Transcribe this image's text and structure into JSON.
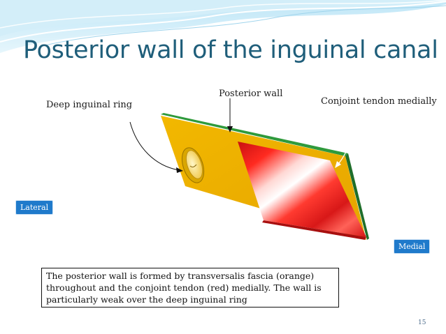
{
  "slide": {
    "title": "Posterior wall of the inguinal canal",
    "labels": {
      "deep_ring": "Deep inguinal ring",
      "posterior_wall": "Posterior wall",
      "conjoint_tendon": "Conjoint tendon medially"
    },
    "tags": {
      "lateral": "Lateral",
      "medial": "Medial"
    },
    "caption": "The posterior wall is formed by transversalis fascia (orange) throughout and the conjoint tendon  (red) medially.  The wall is particularly weak over the deep inguinal ring",
    "page_number": "15"
  },
  "colors": {
    "title": "#1f5e7a",
    "fascia_orange": "#eeb000",
    "tendon_red": "#e0201c",
    "edge_green": "#2f9a3c",
    "tag_blue": "#1f7acb"
  }
}
